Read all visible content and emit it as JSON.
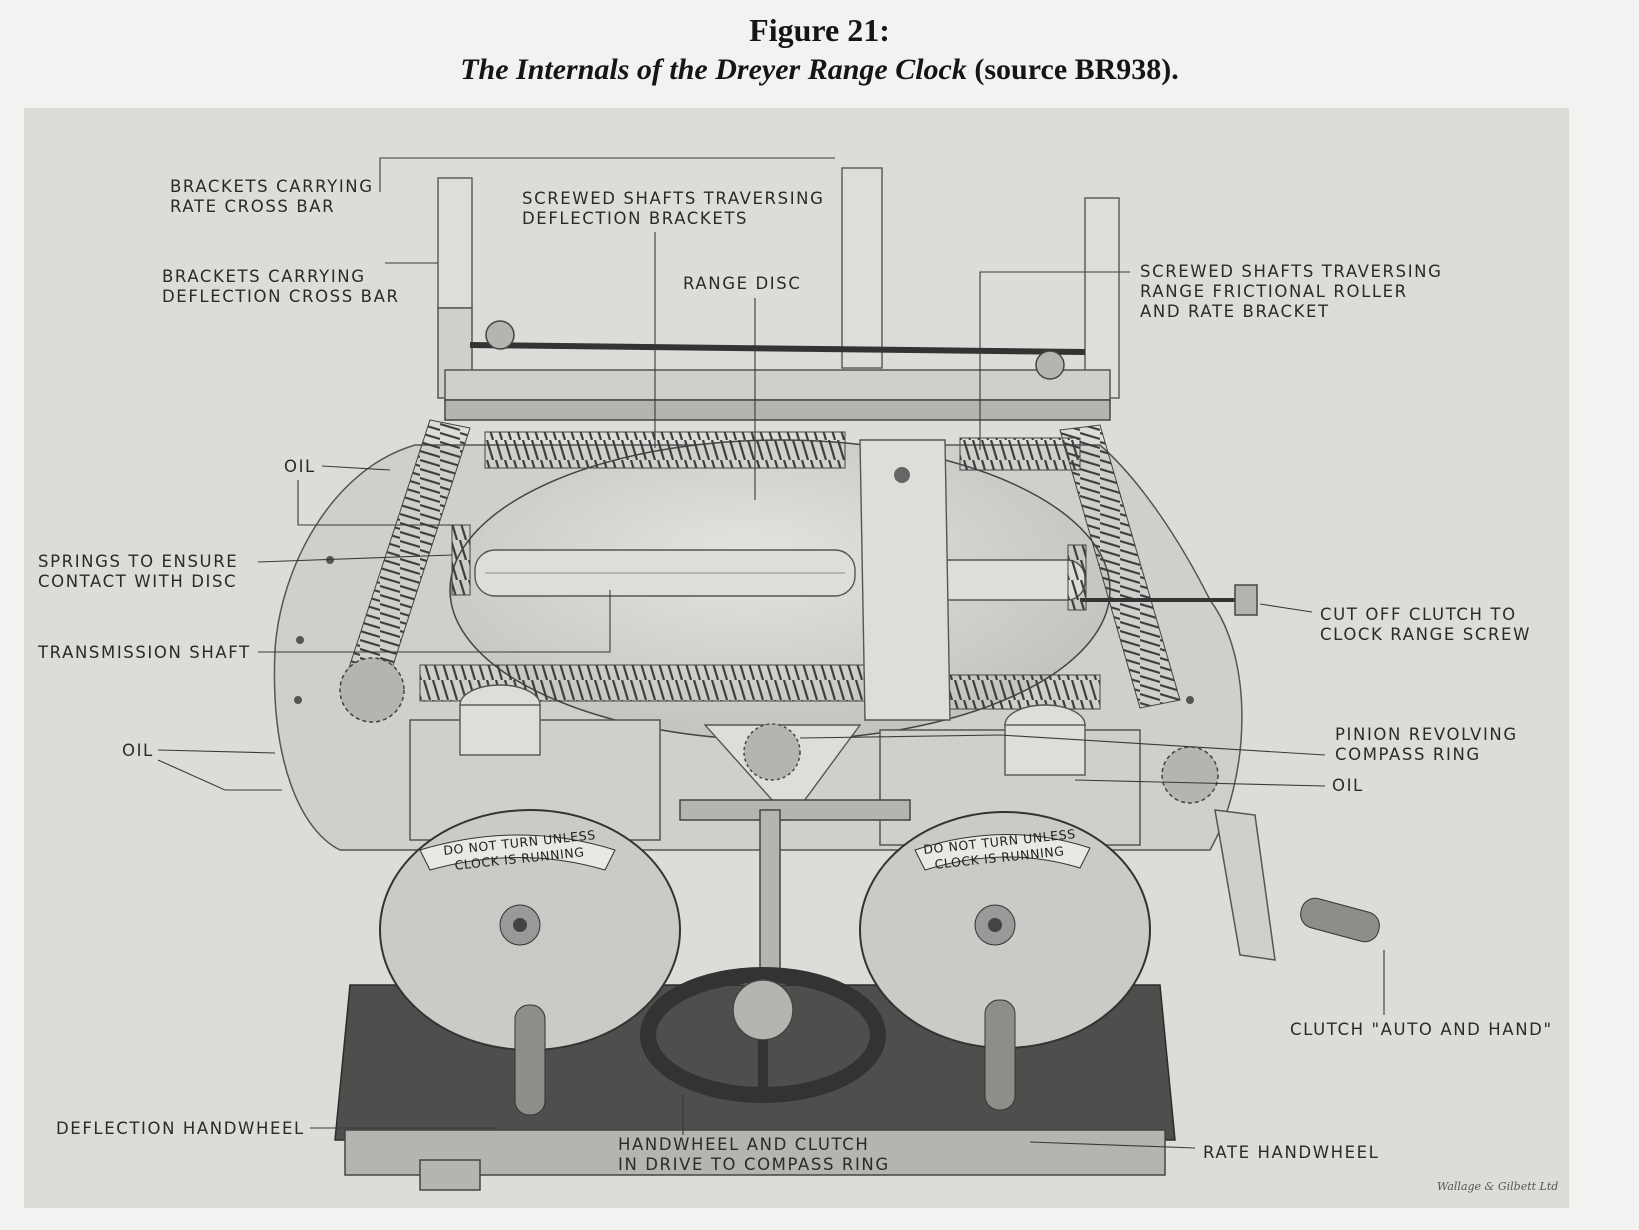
{
  "figure": {
    "number": "Figure 21:",
    "caption_italic": "The Internals of the Dreyer Range Clock",
    "caption_suffix": " (source BR938)."
  },
  "labels": {
    "brackets_rate_1": "BRACKETS CARRYING",
    "brackets_rate_2": "RATE CROSS BAR",
    "brackets_defl_1": "BRACKETS CARRYING",
    "brackets_defl_2": "DEFLECTION CROSS BAR",
    "screwed_defl_1": "SCREWED SHAFTS TRAVERSING",
    "screwed_defl_2": "DEFLECTION BRACKETS",
    "range_disc": "RANGE DISC",
    "screwed_range_1": "SCREWED SHAFTS TRAVERSING",
    "screwed_range_2": "RANGE FRICTIONAL ROLLER",
    "screwed_range_3": "AND RATE BRACKET",
    "oil_top": "OIL",
    "springs_1": "SPRINGS TO ENSURE",
    "springs_2": "CONTACT WITH DISC",
    "transmission": "TRANSMISSION SHAFT",
    "cutoff_1": "CUT OFF CLUTCH TO",
    "cutoff_2": "CLOCK RANGE SCREW",
    "oil_left": "OIL",
    "pinion_1": "PINION REVOLVING",
    "pinion_2": "COMPASS RING",
    "oil_right": "OIL",
    "clutch": "CLUTCH \"AUTO AND HAND\"",
    "deflection_hw": "DEFLECTION  HANDWHEEL",
    "handwheel_clutch_1": "HANDWHEEL AND CLUTCH",
    "handwheel_clutch_2": "IN DRIVE TO COMPASS RING",
    "rate_hw": "RATE HANDWHEEL"
  },
  "plaques": {
    "left_1": "DO NOT TURN UNLESS",
    "left_2": "CLOCK IS RUNNING",
    "right_1": "DO NOT TURN UNLESS",
    "right_2": "CLOCK IS RUNNING"
  },
  "signature": "Wallage & Gilbett Ltd"
}
